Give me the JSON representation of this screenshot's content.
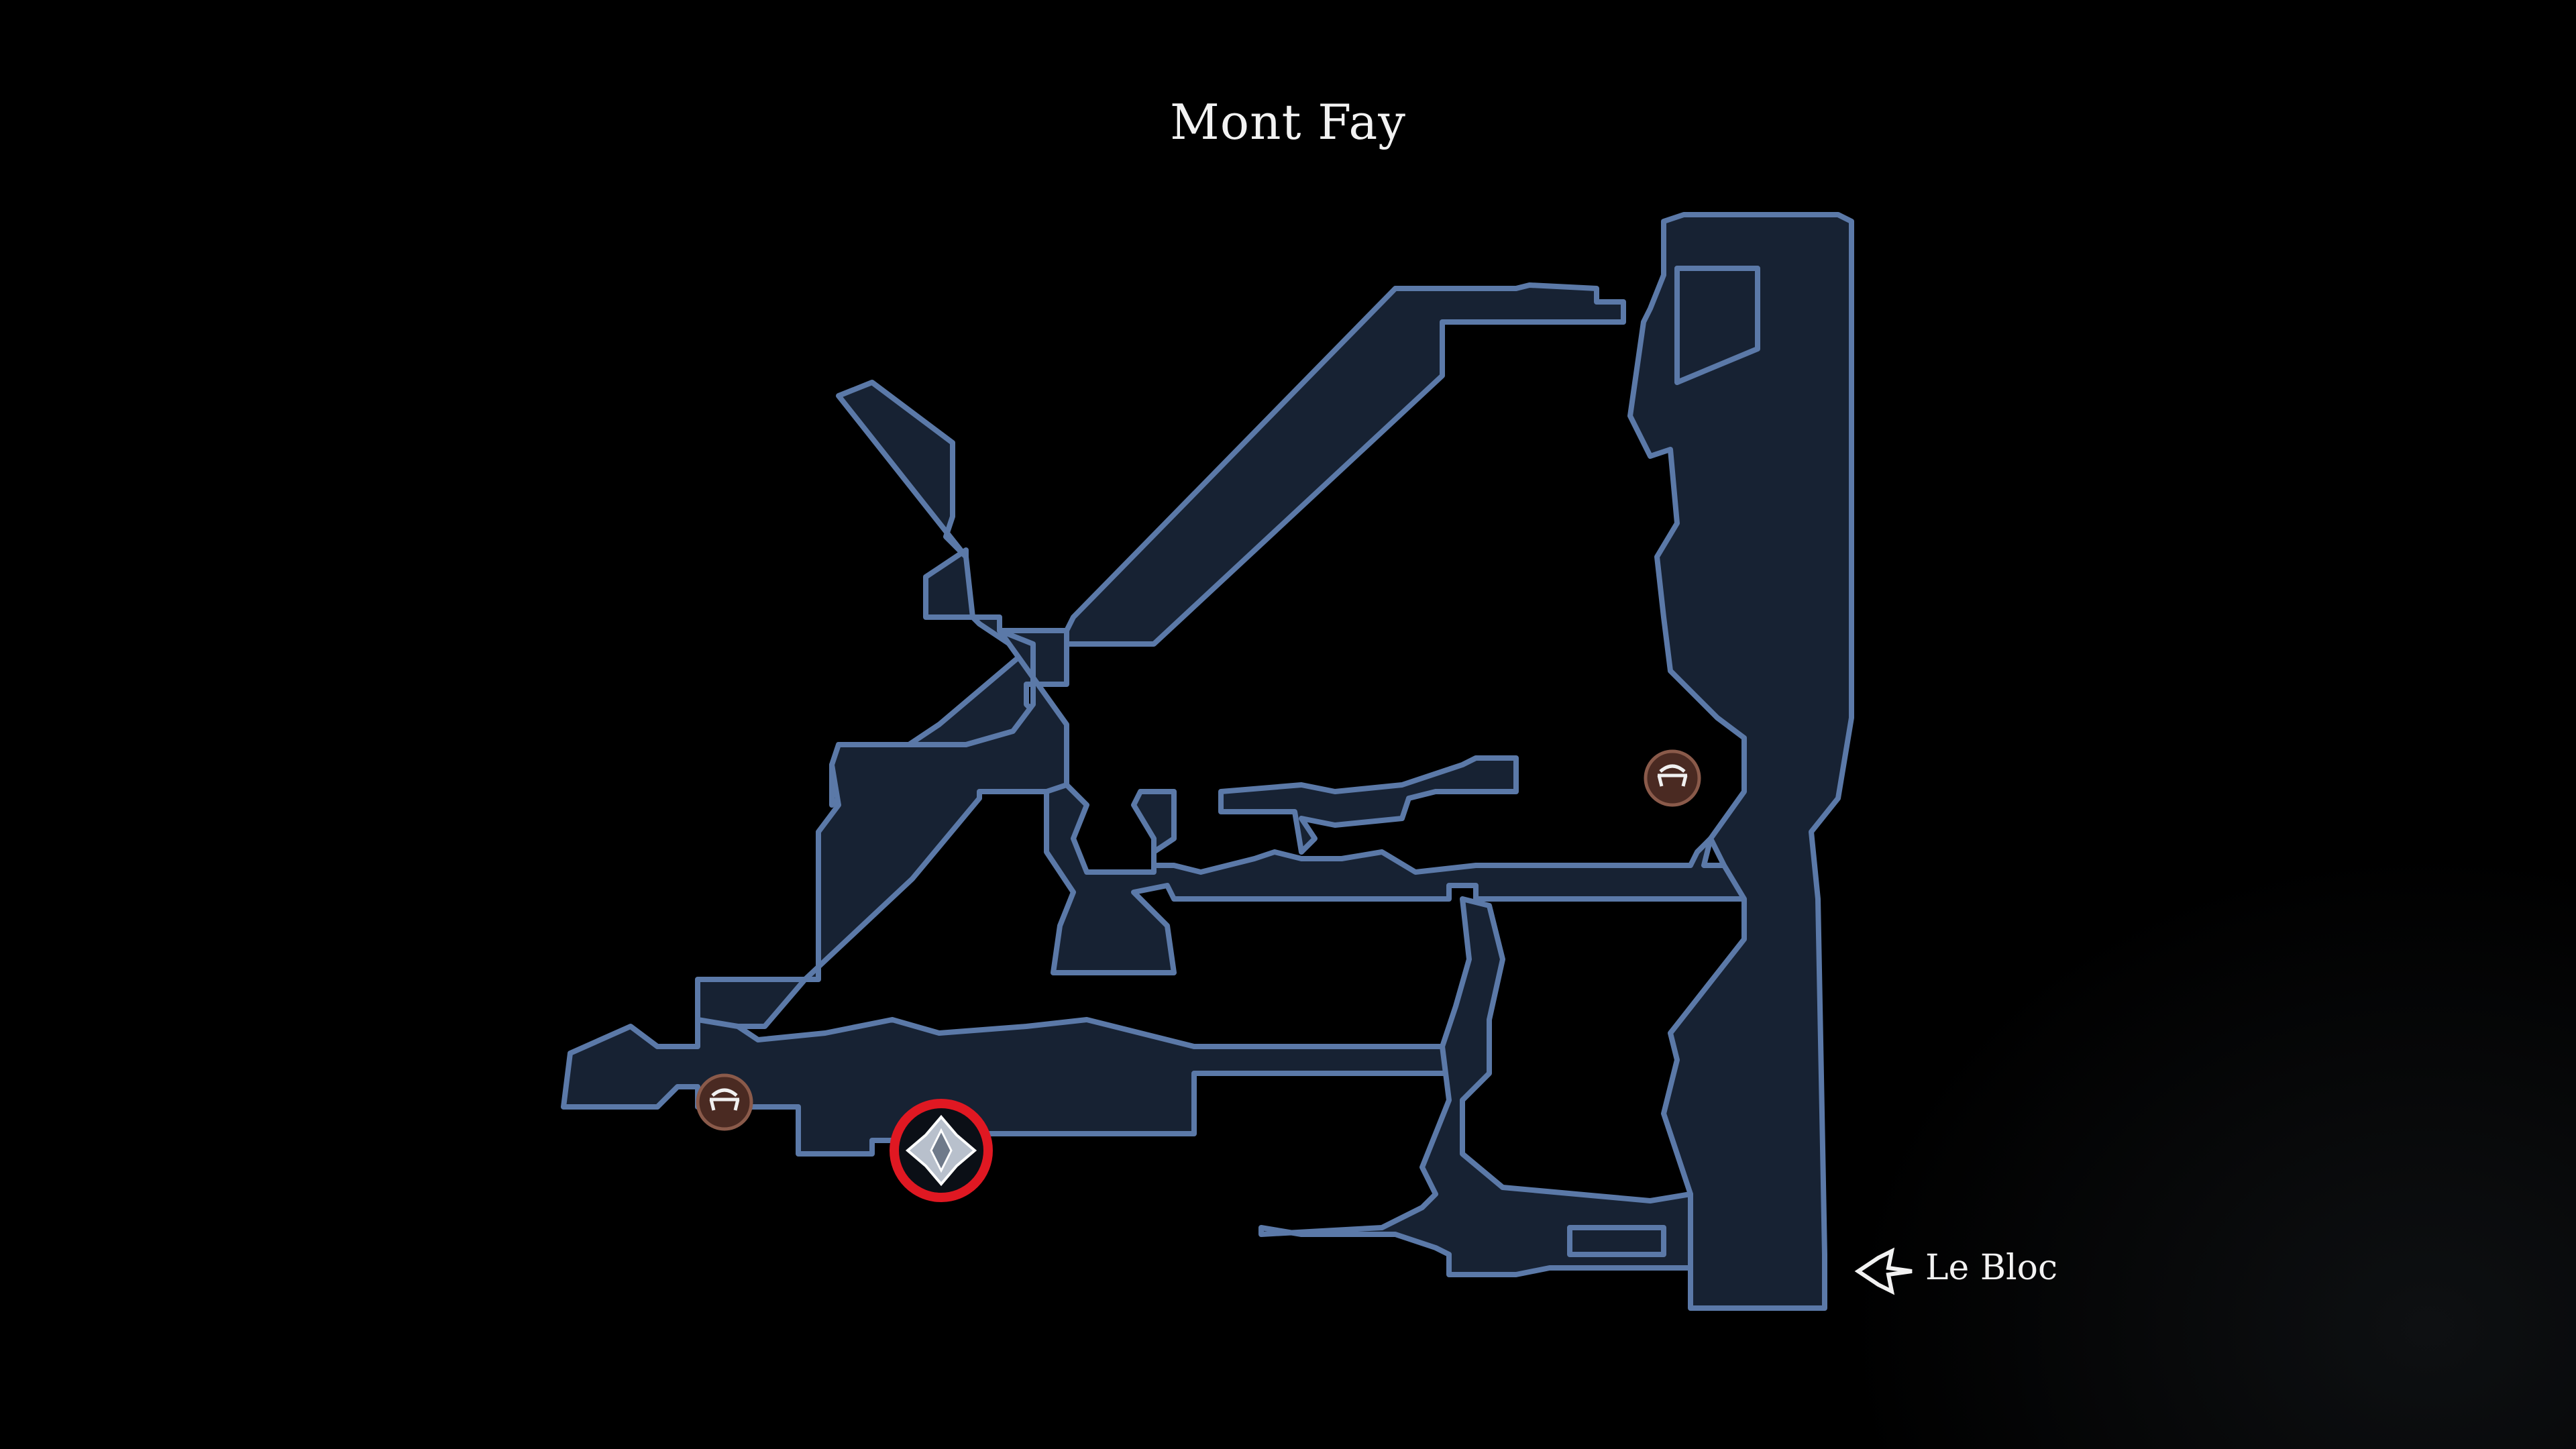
{
  "map": {
    "title": "Mont Fay",
    "exits": [
      {
        "label": "Le Bloc",
        "icon": "exit-arrow-icon"
      }
    ],
    "markers": [
      {
        "type": "bench",
        "icon": "bench-icon"
      },
      {
        "type": "bench",
        "icon": "bench-icon"
      },
      {
        "type": "collectible",
        "icon": "crystal-icon",
        "highlighted": true
      }
    ],
    "colors": {
      "background": "#000000",
      "room_fill": "#172233",
      "room_outline": "#5b79a8",
      "title_text": "#f2f2f2",
      "highlight_ring": "#e01822",
      "bench_fill": "#4a2a22"
    }
  }
}
